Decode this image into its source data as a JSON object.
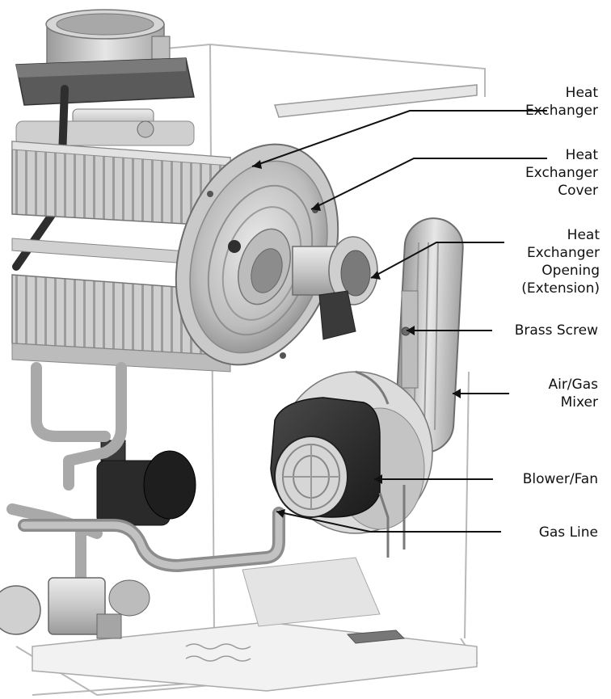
{
  "labels": {
    "heat_exchanger": "Heat\nExchanger",
    "heat_exchanger_cover": "Heat\nExchanger\nCover",
    "heat_exchanger_opening": "Heat\nExchanger\nOpening\n(Extension)",
    "brass_screw": "Brass Screw",
    "air_gas_mixer": "Air/Gas\nMixer",
    "blower_fan": "Blower/Fan",
    "gas_line": "Gas Line"
  },
  "colors": {
    "background": "#ffffff",
    "metal_light": "#d9d9d9",
    "metal_mid": "#b5b5b5",
    "metal_dark": "#8a8a8a",
    "fan_housing": "#2b2b2b",
    "pipe_dark": "#333333",
    "leader_line": "#111111"
  }
}
